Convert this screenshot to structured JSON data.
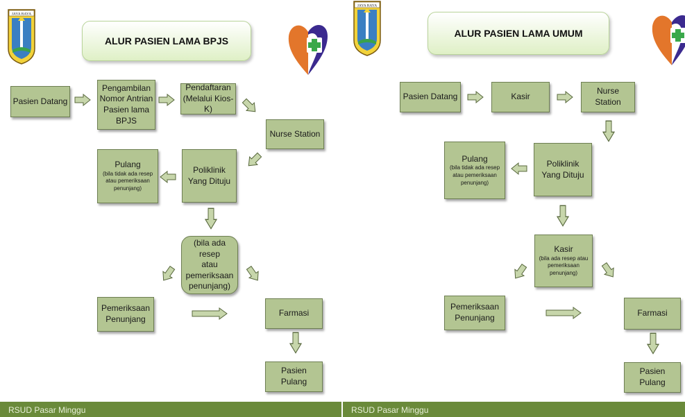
{
  "left": {
    "title": "ALUR PASIEN LAMA BPJS",
    "emblem_text": "JAYA  RAYA",
    "footer": "RSUD Pasar Minggu",
    "nodes": {
      "pasien_datang": "Pasien Datang",
      "pengambilan": [
        "Pengambilan",
        "Nomor Antrian",
        "Pasien lama BPJS"
      ],
      "pendaftaran": [
        "Pendaftaran",
        "(Melalui Kios-K)"
      ],
      "nurse_station": "Nurse Station",
      "poliklinik": [
        "Poliklinik",
        "Yang Dituju"
      ],
      "pulang_title": "Pulang",
      "pulang_note": [
        "(bila tidak ada resep",
        "atau pemeriksaan",
        "penunjang)"
      ],
      "bila_ada": [
        "(bila ada resep",
        "atau",
        "pemeriksaan",
        "penunjang)"
      ],
      "pemeriksaan": [
        "Pemeriksaan",
        "Penunjang"
      ],
      "farmasi": "Farmasi",
      "pasien_pulang": "Pasien Pulang"
    }
  },
  "right": {
    "title": "ALUR PASIEN LAMA UMUM",
    "emblem_text": "JAYA  RAYA",
    "footer": "RSUD Pasar Minggu",
    "nodes": {
      "pasien_datang": "Pasien Datang",
      "kasir1": "Kasir",
      "nurse_station": "Nurse Station",
      "poliklinik": [
        "Poliklinik",
        "Yang Dituju"
      ],
      "pulang_title": "Pulang",
      "pulang_note": [
        "(bila tidak ada resep",
        "atau pemeriksaan",
        "penunjang)"
      ],
      "kasir2_title": "Kasir",
      "kasir2_note": [
        "(bila ada resep atau",
        "pemeriksaan",
        "penunjang)"
      ],
      "pemeriksaan": [
        "Pemeriksaan",
        "Penunjang"
      ],
      "farmasi": "Farmasi",
      "pasien_pulang": "Pasien Pulang"
    }
  },
  "colors": {
    "box_fill": "#b3c592",
    "box_border": "#6d7e52",
    "arrow_fill": "#c7d6ab",
    "footer": "#6a8a3a",
    "title_fill": "#dff0c6"
  },
  "icons": {
    "emblem": "jakarta-emblem-icon",
    "heart": "rs-heart-cross-logo-icon"
  }
}
